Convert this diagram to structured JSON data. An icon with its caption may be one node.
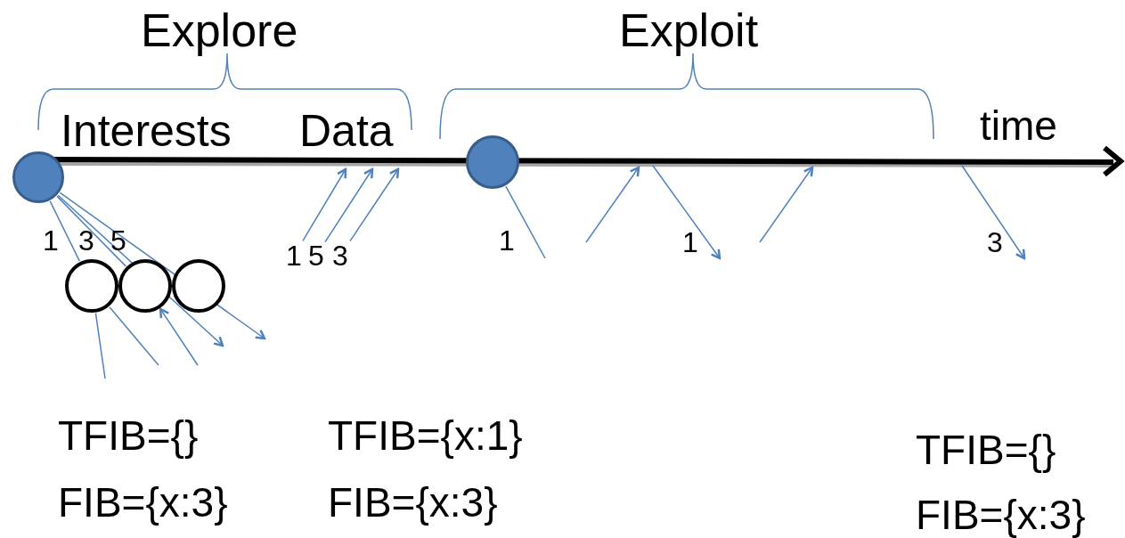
{
  "diagram": {
    "nodes": [
      {
        "text": [],
        "shape": "circle"
      },
      {
        "text": [],
        "shape": "circle"
      },
      {
        "text": [],
        "shape": "circle"
      },
      {
        "text": [],
        "shape": "circle"
      },
      {
        "text": [
          "1"
        ]
      },
      {
        "text": [
          "5"
        ]
      },
      {
        "text": [
          "3"
        ]
      },
      {
        "text": [],
        "shape": "circle"
      }
    ],
    "edges": [
      {
        "from": 0,
        "to": 1,
        "arrow": "none"
      },
      {
        "from": 0,
        "to": 2,
        "arrow": "none"
      },
      {
        "from": 0,
        "to": null,
        "arrow": "to"
      },
      {
        "from": 0,
        "to": null,
        "arrow": "to"
      },
      {
        "from": null,
        "to": 1,
        "arrow": "none"
      },
      {
        "from": null,
        "to": 1,
        "arrow": "none"
      },
      {
        "from": null,
        "to": 2,
        "arrow": "to"
      },
      {
        "from": 4,
        "to": null,
        "arrow": "to"
      },
      {
        "from": 5,
        "to": null,
        "arrow": "to"
      },
      {
        "from": 6,
        "to": null,
        "arrow": "to"
      },
      {
        "from": 7,
        "to": null,
        "arrow": "none"
      }
    ],
    "labels": [
      "Explore",
      "Exploit",
      "Interests",
      "Data",
      "time",
      "1",
      "3",
      "5",
      "1",
      "1",
      "3",
      "TFIB={}",
      "TFIB={x:1}",
      "TFIB={}",
      "FIB={x:3}",
      "FIB={x:3}",
      "FIB={x:3}"
    ]
  }
}
